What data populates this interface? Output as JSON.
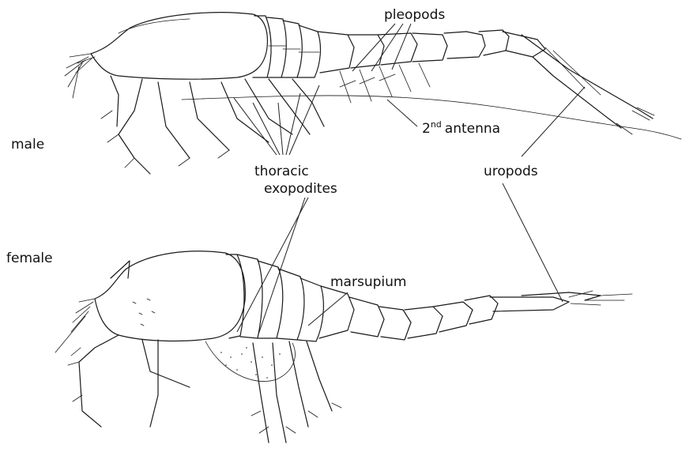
{
  "labels": {
    "pleopods": "pleopods",
    "antenna_num": "2",
    "antenna_sup": "nd",
    "antenna_word": "antenna",
    "male": "male",
    "thoracic": "thoracic",
    "exopodites": "exopodites",
    "uropods": "uropods",
    "female": "female",
    "marsupium": "marsupium"
  },
  "colors": {
    "ink": "#1a1a1a",
    "background": "#ffffff"
  }
}
